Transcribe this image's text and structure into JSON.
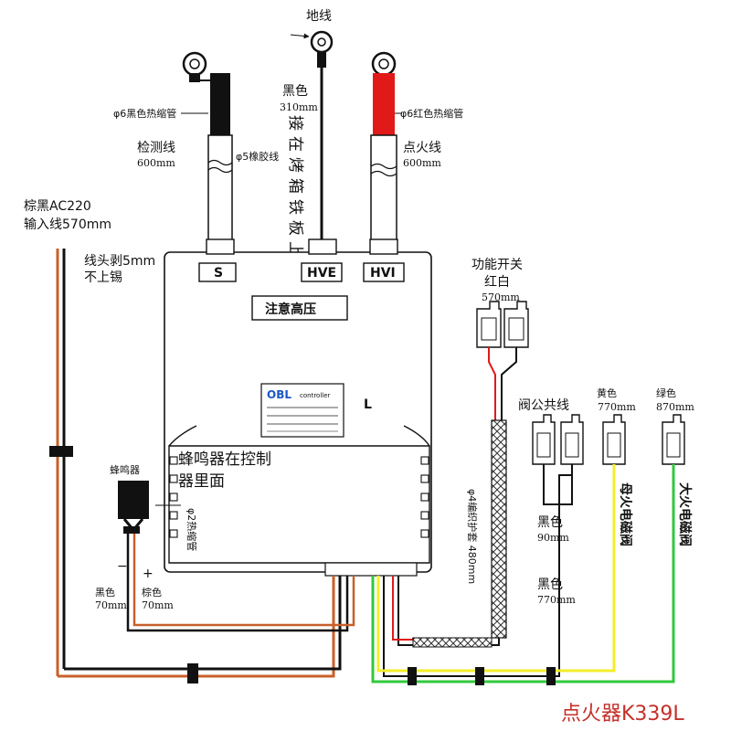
{
  "colors": {
    "hv_red": "#e11919",
    "black": "#111111",
    "brown": "#c8602a",
    "yellow": "#f2ee2a",
    "green": "#32c83c",
    "title_red": "#c4312b"
  },
  "top": {
    "ground_label": "地线",
    "black_label": "黑色",
    "black_len": "310mm",
    "connect_note": "接在烤箱铁板上",
    "left_sleeve": "φ6黑色热缩管",
    "right_sleeve": "φ6红色热缩管",
    "sense_label": "检测线",
    "sense_len": "600mm",
    "rubber_label": "φ5橡胶线",
    "ignite_label": "点火线",
    "ignite_len": "600mm"
  },
  "input": {
    "line1": "棕黑AC220",
    "line2": "输入线570mm",
    "strip1": "线头剥5mm",
    "strip2": "不上锡"
  },
  "module": {
    "term_s": "S",
    "term_hve": "HVE",
    "term_hvi": "HVI",
    "caution": "注意高压",
    "brand": "OBL",
    "brand_sub": "controller",
    "l_mark": "L",
    "buzzer_note1": "蜂鸣器在控制",
    "buzzer_note2": "器里面"
  },
  "switch": {
    "title": "功能开关",
    "color": "红白",
    "len": "570mm",
    "braid": "φ4编织护套 480mm"
  },
  "buzzer": {
    "label": "蜂鸣器",
    "sleeve": "φ2热缩管",
    "black_label": "黑色",
    "black_len": "70mm",
    "brown_label": "棕色",
    "brown_len": "70mm",
    "minus": "−",
    "plus": "+"
  },
  "valves": {
    "common_label": "阀公共线",
    "yellow_label": "黄色",
    "yellow_len": "770mm",
    "green_label": "绿色",
    "green_len": "870mm",
    "black1_label": "黑色",
    "black1_len": "90mm",
    "black2_label": "黑色",
    "black2_len": "770mm",
    "mother_valve": "母火电磁阀",
    "main_valve": "大火电磁阀"
  },
  "footer": {
    "title": "点火器K339L"
  }
}
